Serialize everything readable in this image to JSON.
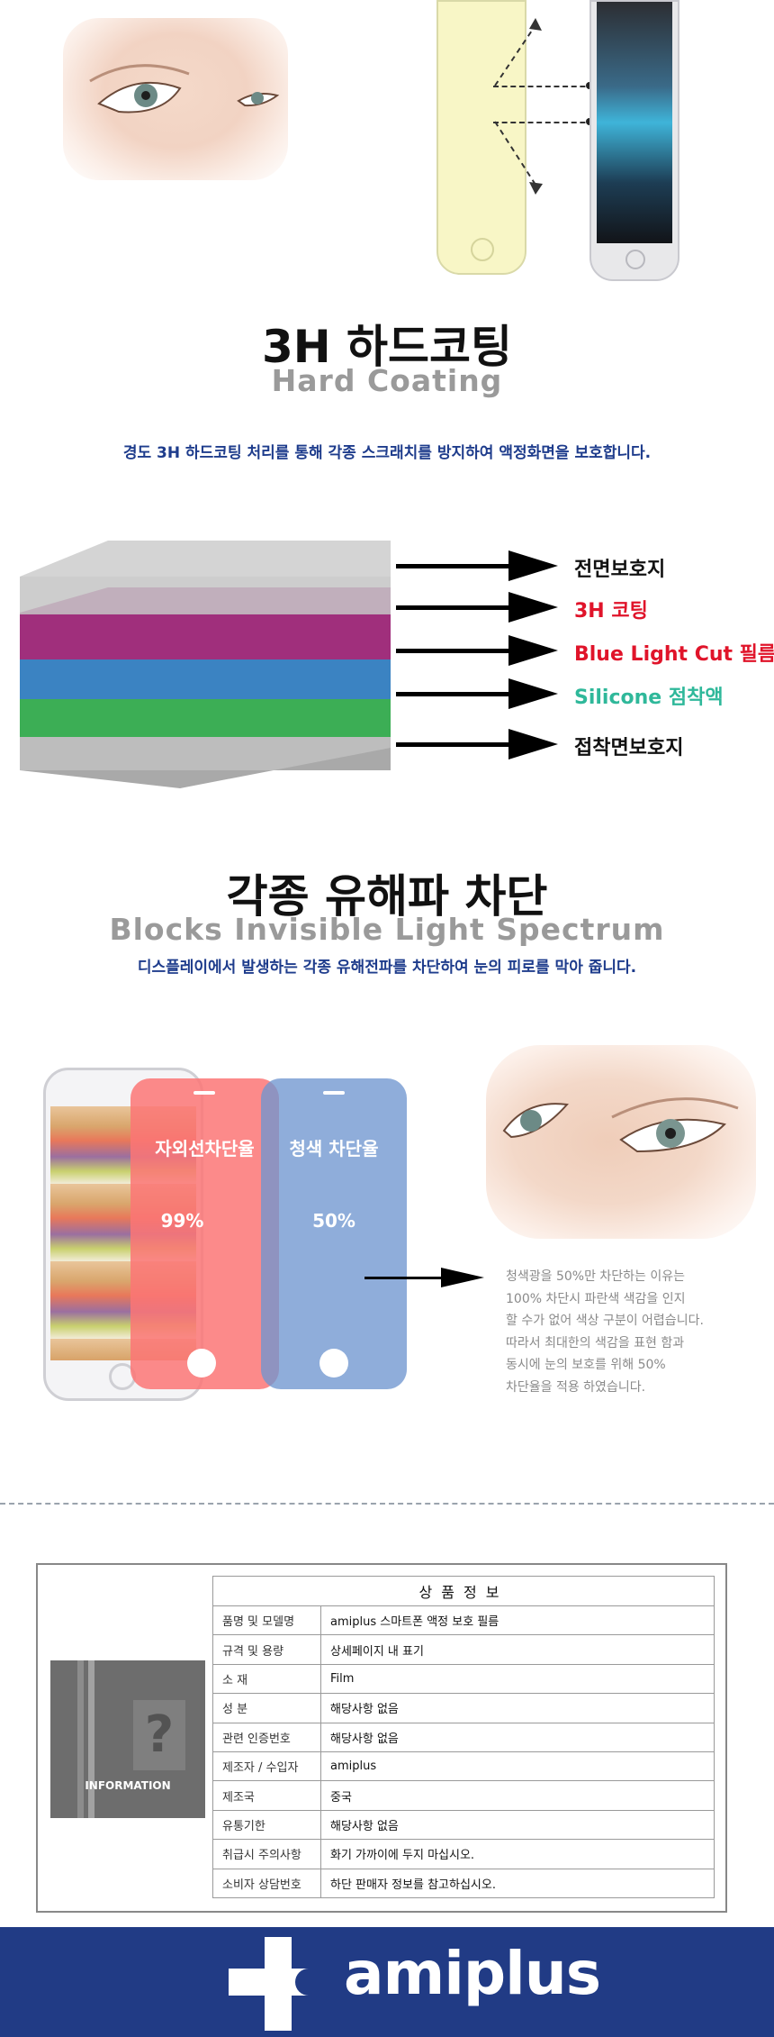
{
  "coating": {
    "title_ko": "3H 하드코팅",
    "title_en": "Hard Coating",
    "desc": "경도 3H 하드코팅 처리를 통해 각종 스크래치를 방지하여 액정화면을 보호합니다."
  },
  "layers": [
    {
      "label": "전면보호지",
      "color": "#111111"
    },
    {
      "label": "3H 코팅",
      "color": "#e0142a"
    },
    {
      "label": "Blue Light Cut 필름",
      "color": "#e0142a"
    },
    {
      "label": "Silicone 점착액",
      "color": "#2fb89a"
    },
    {
      "label": "접착면보호지",
      "color": "#111111"
    }
  ],
  "spectrum": {
    "title_ko": "각종 유해파 차단",
    "title_en": "Blocks Invisible Light Spectrum",
    "desc": "디스플레이에서 발생하는 각종 유해전파를 차단하여 눈의 피로를 막아 줍니다.",
    "uv_title": "자외선차단율",
    "uv_pct": "99%",
    "blue_title": "청색 차단율",
    "blue_pct": "50%",
    "note_lines": [
      "청색광을 50%만 차단하는 이유는",
      "100% 차단시 파란색 색감을 인지",
      "할 수가 없어 색상 구분이 어렵습니다.",
      "따라서 최대한의 색감을 표현 함과",
      "동시에 눈의 보호를 위해 50%",
      "차단율을 적용 하였습니다."
    ]
  },
  "product_info": {
    "badge_symbol": "?",
    "badge_label": "INFORMATION",
    "header": "상품정보",
    "rows": [
      {
        "key": "품명 및 모델명",
        "value": "amiplus 스마트폰 액정 보호 필름"
      },
      {
        "key": "규격 및 용량",
        "value": "상세페이지 내 표기"
      },
      {
        "key": "소 재",
        "value": "Film"
      },
      {
        "key": "성 분",
        "value": "해당사항 없음"
      },
      {
        "key": "관련 인증번호",
        "value": "해당사항 없음"
      },
      {
        "key": "제조자 / 수입자",
        "value": "amiplus"
      },
      {
        "key": "제조국",
        "value": "중국"
      },
      {
        "key": "유통기한",
        "value": "해당사항 없음"
      },
      {
        "key": "취급시 주의사항",
        "value": "화기 가까이에 두지 마십시오."
      },
      {
        "key": "소비자 상담번호",
        "value": "하단 판매자 정보를 참고하십시오."
      }
    ]
  },
  "brand": {
    "name": "amiplus",
    "color": "#213b85"
  }
}
